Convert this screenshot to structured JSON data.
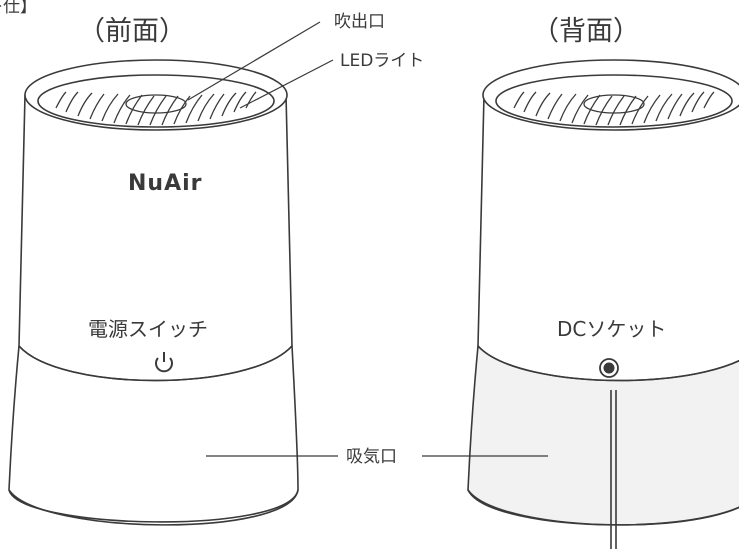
{
  "corner_fragment": "キ仕】",
  "front": {
    "heading": "（前面）",
    "brand": "NuAir",
    "switch_label": "電源スイッチ"
  },
  "back": {
    "heading": "（背面）",
    "socket_label": "DCソケット"
  },
  "callouts": {
    "outlet": "吹出口",
    "led": "LEDライト",
    "intake": "吸気口"
  },
  "icons": {
    "power": "power-icon",
    "socket": "dc-socket-icon",
    "fan": "fan-blades-icon"
  },
  "colors": {
    "line": "#3a3a3a",
    "text": "#3a3a3a",
    "shade": "#f2f2f2",
    "background": "#ffffff"
  }
}
